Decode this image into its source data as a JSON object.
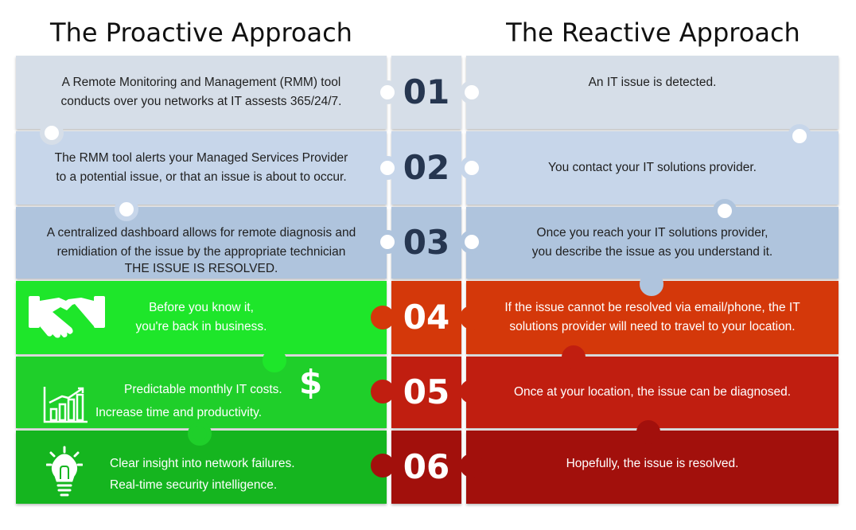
{
  "headings": {
    "left": "The Proactive Approach",
    "right": "The Reactive Approach"
  },
  "rows": [
    {
      "number": "01",
      "proactive": [
        "A Remote Monitoring and Management (RMM) tool",
        "conducts over you networks at IT assests 365/24/7."
      ],
      "reactive": [
        "An IT issue is detected."
      ],
      "colors": {
        "left": "#d6dee8",
        "mid": "#d6dee8",
        "right": "#d6dee8",
        "num": "#263650"
      }
    },
    {
      "number": "02",
      "proactive": [
        "The RMM tool alerts your Managed Services Provider",
        "to a potential issue, or that an issue is about to occur."
      ],
      "reactive": [
        "You contact your IT solutions provider."
      ],
      "colors": {
        "left": "#c7d6ea",
        "mid": "#c7d6ea",
        "right": "#c7d6ea",
        "num": "#263650"
      }
    },
    {
      "number": "03",
      "proactive": [
        "A centralized dashboard allows for remote diagnosis and",
        "remidiation of the issue by the appropriate technician",
        "THE ISSUE IS RESOLVED."
      ],
      "reactive": [
        "Once you reach your IT solutions provider,",
        "you describe the issue as you understand it."
      ],
      "colors": {
        "left": "#afc4dd",
        "mid": "#afc4dd",
        "right": "#afc4dd",
        "num": "#263650"
      }
    },
    {
      "number": "04",
      "proactive": [
        "Before you know it,",
        "you're back in business."
      ],
      "reactive": [
        "If the issue cannot be resolved via email/phone, the IT",
        "solutions provider will need to travel to your location."
      ],
      "colors": {
        "left": "#1ee62a",
        "mid": "#d4380a",
        "right": "#d4380a",
        "num": "#ffffff"
      }
    },
    {
      "number": "05",
      "proactive": [
        "Predictable monthly IT costs.",
        "Increase time and productivity."
      ],
      "reactive": [
        "Once at your location, the issue can be diagnosed."
      ],
      "colors": {
        "left": "#1fcf2a",
        "mid": "#c01e10",
        "right": "#c01e10",
        "num": "#ffffff"
      }
    },
    {
      "number": "06",
      "proactive": [
        "Clear insight into network failures.",
        "Real-time security intelligence."
      ],
      "reactive": [
        "Hopefully, the issue is resolved."
      ],
      "colors": {
        "left": "#15b51f",
        "mid": "#a2100c",
        "right": "#a2100c",
        "num": "#ffffff"
      }
    }
  ],
  "icons": {
    "row4": "handshake-icon",
    "row5a": "dollar-icon",
    "row5b": "bar-chart-growth-icon",
    "row6": "lightbulb-icon"
  },
  "dollar_glyph": "$"
}
